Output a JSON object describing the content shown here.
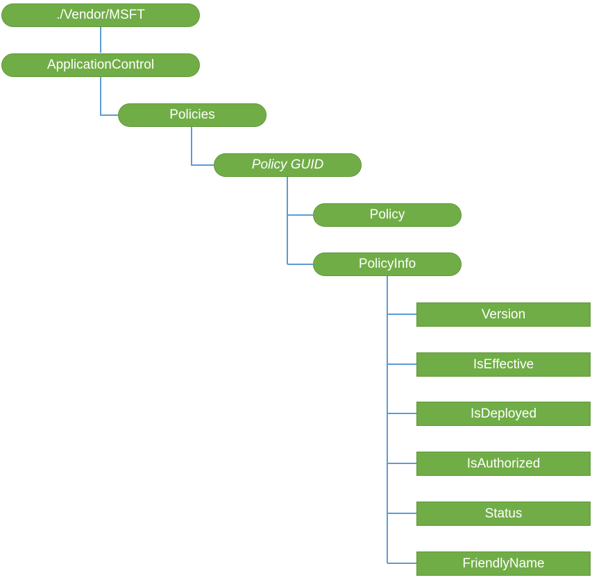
{
  "colors": {
    "node_fill": "#70ad47",
    "node_border": "#5e9638",
    "node_text": "#ffffff",
    "connector": "#5b9bd5"
  },
  "nodes": {
    "root": "./Vendor/MSFT",
    "application_control": "ApplicationControl",
    "policies": "Policies",
    "policy_guid": "Policy GUID",
    "policy": "Policy",
    "policy_info": "PolicyInfo",
    "version": "Version",
    "is_effective": "IsEffective",
    "is_deployed": "IsDeployed",
    "is_authorized": "IsAuthorized",
    "status": "Status",
    "friendly_name": "FriendlyName"
  }
}
